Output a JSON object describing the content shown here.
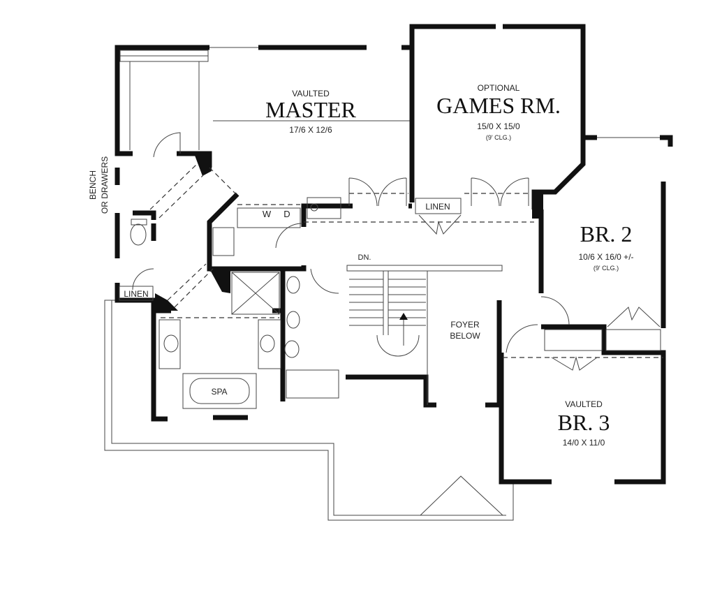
{
  "rooms": {
    "master": {
      "qualifier": "VAULTED",
      "name": "MASTER",
      "size": "17/6 X 12/6"
    },
    "games": {
      "qualifier": "OPTIONAL",
      "name": "GAMES RM.",
      "size": "15/0 X 15/0",
      "ceiling": "(9' CLG.)"
    },
    "br2": {
      "name": "BR. 2",
      "size": "10/6 X 16/0 +/-",
      "ceiling": "(9' CLG.)"
    },
    "br3": {
      "qualifier": "VAULTED",
      "name": "BR. 3",
      "size": "14/0 X 11/0"
    },
    "foyer": {
      "line1": "FOYER",
      "line2": "BELOW"
    }
  },
  "labels": {
    "stairs": "DN.",
    "linen": "LINEN",
    "washer": "W",
    "dryer": "D",
    "spa": "SPA",
    "bench_line1": "BENCH",
    "bench_line2": "OR DRAWERS"
  },
  "colors": {
    "wall": "#111111",
    "line": "#444444"
  }
}
